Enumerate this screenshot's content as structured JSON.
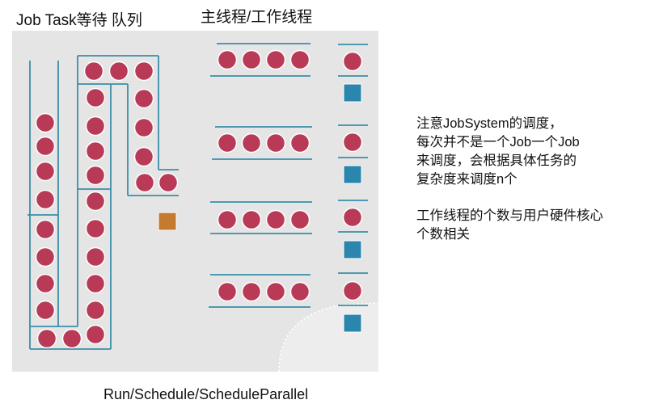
{
  "titles": {
    "queue": "Job Task等待 队列",
    "main": "主线程/工作线程",
    "bottom": "Run/Schedule/ScheduleParallel"
  },
  "notes": {
    "p1": [
      "注意JobSystem的调度，",
      "每次并不是一个Job一个Job",
      "来调度，会根据具体任务的",
      "复杂度来调度n个"
    ],
    "p2": [
      "工作线程的个数与用户硬件核心",
      "个数相关"
    ]
  },
  "colors": {
    "panel": "#e5e5e5",
    "line": "#3b8ea9",
    "job": "#b83a56",
    "job_outline": "#ffffff",
    "square_blue": "#2b86ad",
    "square_orange": "#c47a2f"
  }
}
